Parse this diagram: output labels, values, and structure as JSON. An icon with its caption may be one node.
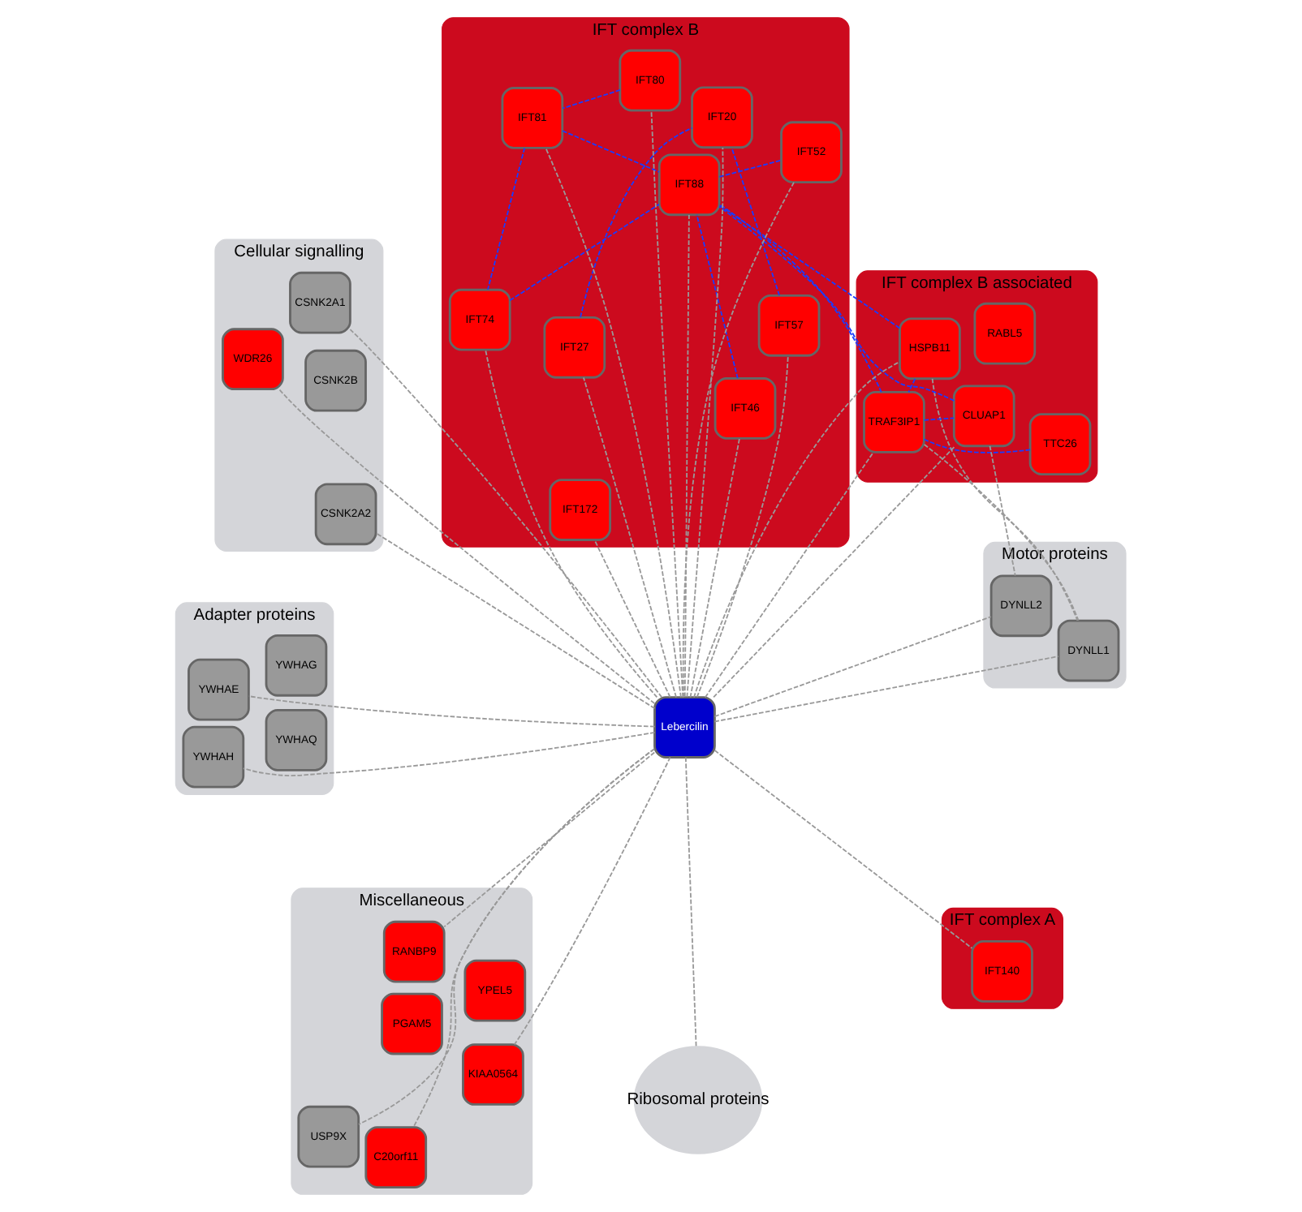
{
  "diagram": {
    "nodes": [
      {
        "text": [
          "IFT complex B"
        ]
      },
      {
        "text": [
          "IFT80"
        ],
        "in": 0
      },
      {
        "text": [
          "IFT81"
        ],
        "in": 0
      },
      {
        "text": [
          "IFT46"
        ],
        "in": 0
      },
      {
        "text": [
          "IFT88"
        ],
        "in": 0
      },
      {
        "text": [
          "IFT27"
        ],
        "in": 0
      },
      {
        "text": [
          "IFT74"
        ],
        "in": 0
      },
      {
        "text": [
          "IFT52"
        ],
        "in": 0
      },
      {
        "text": [
          "IFT172"
        ],
        "in": 0
      },
      {
        "text": [
          "IFT57"
        ],
        "in": 0
      },
      {
        "text": [
          "IFT20"
        ],
        "in": 0
      },
      {
        "text": [
          "IFT complex B associated"
        ]
      },
      {
        "text": [
          "RABL5"
        ],
        "in": 11
      },
      {
        "text": [
          "TTC26"
        ],
        "in": 11
      },
      {
        "text": [
          "HSPB11"
        ],
        "in": 11
      },
      {
        "text": [
          "TRAF3IP1"
        ],
        "in": 11
      },
      {
        "text": [
          "CLUAP1"
        ],
        "in": 11
      },
      {
        "text": [
          "IFT complex A"
        ]
      },
      {
        "text": [
          "IFT140"
        ],
        "in": 17
      },
      {
        "text": [
          "Motor proteins"
        ]
      },
      {
        "text": [
          "DYNLL1"
        ],
        "in": 19
      },
      {
        "text": [
          "DYNLL2"
        ],
        "in": 19
      },
      {
        "text": [
          "Cellular signalling"
        ]
      },
      {
        "text": [
          "WDR26"
        ],
        "in": 22
      },
      {
        "text": [
          "CSNK2B"
        ],
        "in": 22
      },
      {
        "text": [
          "CSNK2A2"
        ],
        "in": 22
      },
      {
        "text": [
          "CSNK2A1"
        ],
        "in": 22
      },
      {
        "text": [
          "Lebercilin"
        ]
      },
      {
        "text": [
          "Ribosomal proteins"
        ]
      },
      {
        "text": [
          "Adapter proteins"
        ]
      },
      {
        "text": [
          "YWHAH"
        ],
        "in": 29
      },
      {
        "text": [
          "YWHAQ"
        ],
        "in": 29
      },
      {
        "text": [
          "YWHAE"
        ],
        "in": 29
      },
      {
        "text": [
          "YWHAG"
        ],
        "in": 29
      },
      {
        "text": [
          "Miscellaneous"
        ]
      },
      {
        "text": [
          "KIAA0564"
        ],
        "in": 34
      },
      {
        "text": [
          "RANBP9"
        ],
        "in": 34
      },
      {
        "text": [
          "C20orf11"
        ],
        "in": 34
      },
      {
        "text": [
          "YPEL5"
        ],
        "in": 34
      },
      {
        "text": [
          "USP9X"
        ],
        "in": 34
      },
      {
        "text": [
          "PGAM5"
        ],
        "in": 34
      }
    ],
    "edges": [
      {
        "from": 27,
        "to": 1,
        "arrow": "none",
        "style": "dashed"
      },
      {
        "from": 27,
        "to": 2,
        "arrow": "none",
        "style": "dashed"
      },
      {
        "from": 27,
        "to": 3,
        "arrow": "none",
        "style": "dashed"
      },
      {
        "from": 27,
        "to": 4,
        "arrow": "none",
        "style": "dashed"
      },
      {
        "from": 27,
        "to": 5,
        "arrow": "none",
        "style": "dashed"
      },
      {
        "from": 27,
        "to": 6,
        "arrow": "none",
        "style": "dashed"
      },
      {
        "from": 27,
        "to": 7,
        "arrow": "none",
        "style": "dashed"
      },
      {
        "from": 27,
        "to": 8,
        "arrow": "none",
        "style": "dashed"
      },
      {
        "from": 27,
        "to": 9,
        "arrow": "none",
        "style": "dashed"
      },
      {
        "from": 27,
        "to": 10,
        "arrow": "none",
        "style": "dashed"
      },
      {
        "from": 27,
        "to": 14,
        "arrow": "none",
        "style": "dashed"
      },
      {
        "from": 27,
        "to": 15,
        "arrow": "none",
        "style": "dashed"
      },
      {
        "from": 27,
        "to": 16,
        "arrow": "none",
        "style": "dashed"
      },
      {
        "from": 27,
        "to": 18,
        "arrow": "none",
        "style": "dashed"
      },
      {
        "from": 27,
        "to": 20,
        "arrow": "none",
        "style": "dashed"
      },
      {
        "from": 27,
        "to": 21,
        "arrow": "none",
        "style": "dashed"
      },
      {
        "from": 27,
        "to": 23,
        "arrow": "none",
        "style": "dashed"
      },
      {
        "from": 27,
        "to": 25,
        "arrow": "none",
        "style": "dashed"
      },
      {
        "from": 27,
        "to": 26,
        "arrow": "none",
        "style": "dashed"
      },
      {
        "from": 27,
        "to": 28,
        "arrow": "none",
        "style": "dashed"
      },
      {
        "from": 27,
        "to": 30,
        "arrow": "none",
        "style": "dashed"
      },
      {
        "from": 27,
        "to": 32,
        "arrow": "none",
        "style": "dashed"
      },
      {
        "from": 27,
        "to": 35,
        "arrow": "none",
        "style": "dashed"
      },
      {
        "from": 27,
        "to": 36,
        "arrow": "none",
        "style": "dashed"
      },
      {
        "from": 27,
        "to": 37,
        "arrow": "none",
        "style": "dashed"
      },
      {
        "from": 27,
        "to": 39,
        "arrow": "none",
        "style": "dashed"
      },
      {
        "from": 16,
        "to": 21,
        "arrow": "none",
        "style": "dashed"
      },
      {
        "from": 15,
        "to": 20,
        "arrow": "none",
        "style": "dashed"
      },
      {
        "from": 14,
        "to": 20,
        "arrow": "none",
        "style": "dashed"
      },
      {
        "from": 14,
        "to": 4,
        "arrow": "none",
        "style": "dashed",
        "color": "#1a3cff"
      },
      {
        "from": 15,
        "to": 4,
        "arrow": "none",
        "style": "dashed",
        "color": "#1a3cff"
      },
      {
        "from": 16,
        "to": 4,
        "arrow": "none",
        "style": "dashed",
        "color": "#1a3cff"
      },
      {
        "from": 14,
        "to": 15,
        "arrow": "none",
        "style": "dashed",
        "color": "#1a3cff"
      },
      {
        "from": 13,
        "to": 15,
        "arrow": "none",
        "style": "dashed",
        "color": "#1a3cff"
      },
      {
        "from": 15,
        "to": 16,
        "arrow": "none",
        "style": "dashed",
        "color": "#1a3cff"
      },
      {
        "from": 2,
        "to": 4,
        "arrow": "none",
        "style": "dashed",
        "color": "#1a3cff"
      },
      {
        "from": 3,
        "to": 4,
        "arrow": "none",
        "style": "dashed",
        "color": "#1a3cff"
      },
      {
        "from": 4,
        "to": 7,
        "arrow": "none",
        "style": "dashed",
        "color": "#1a3cff"
      },
      {
        "from": 6,
        "to": 4,
        "arrow": "none",
        "style": "dashed",
        "color": "#1a3cff"
      },
      {
        "from": 2,
        "to": 6,
        "arrow": "none",
        "style": "dashed",
        "color": "#1a3cff"
      },
      {
        "from": 1,
        "to": 2,
        "arrow": "none",
        "style": "dashed",
        "color": "#1a3cff"
      },
      {
        "from": 5,
        "to": 10,
        "arrow": "none",
        "style": "dashed",
        "color": "#1a3cff"
      },
      {
        "from": 9,
        "to": 10,
        "arrow": "none",
        "style": "dashed",
        "color": "#1a3cff"
      }
    ]
  }
}
